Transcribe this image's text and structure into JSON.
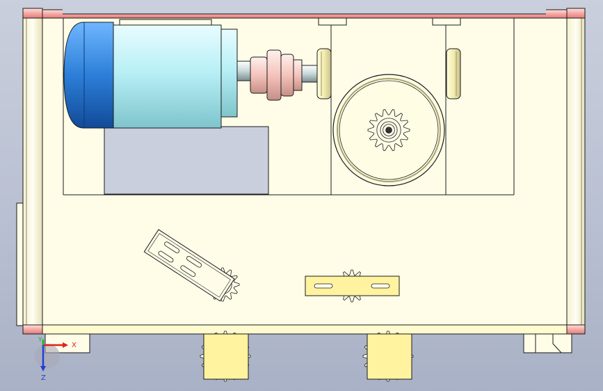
{
  "view": {
    "background_top": "#c9cfdc",
    "background_bottom": "#a9b1c6"
  },
  "colors": {
    "frame_fill": "#fffde8",
    "frame_rail": "#f6a8a4",
    "frame_rail_dark": "#e07e7a",
    "motor_body": "#b8f0f6",
    "motor_cap": "#2c7fd8",
    "coupling": "#f7cfc8",
    "bearing": "#fffbc4",
    "sprocket_bracket": "#fff3a0",
    "wheel_hub": "#36a8e8",
    "cutout_gray": "#c9cfdc",
    "outline": "#1a1a1a"
  },
  "triad": {
    "x_label": "X",
    "y_label": "Y",
    "z_label": "Z",
    "x_color": "#e02020",
    "y_color": "#20b020",
    "z_color": "#2040d0"
  },
  "parts": {
    "motor": "electric-motor",
    "coupling": "shaft-coupling",
    "bearings": "shaft-bearings",
    "drum": "drive-drum",
    "sprockets": [
      "drive-sprocket",
      "tensioner-sprocket-angled",
      "tensioner-sprocket-horizontal"
    ],
    "wheels": [
      "wheel-left",
      "wheel-right"
    ]
  }
}
